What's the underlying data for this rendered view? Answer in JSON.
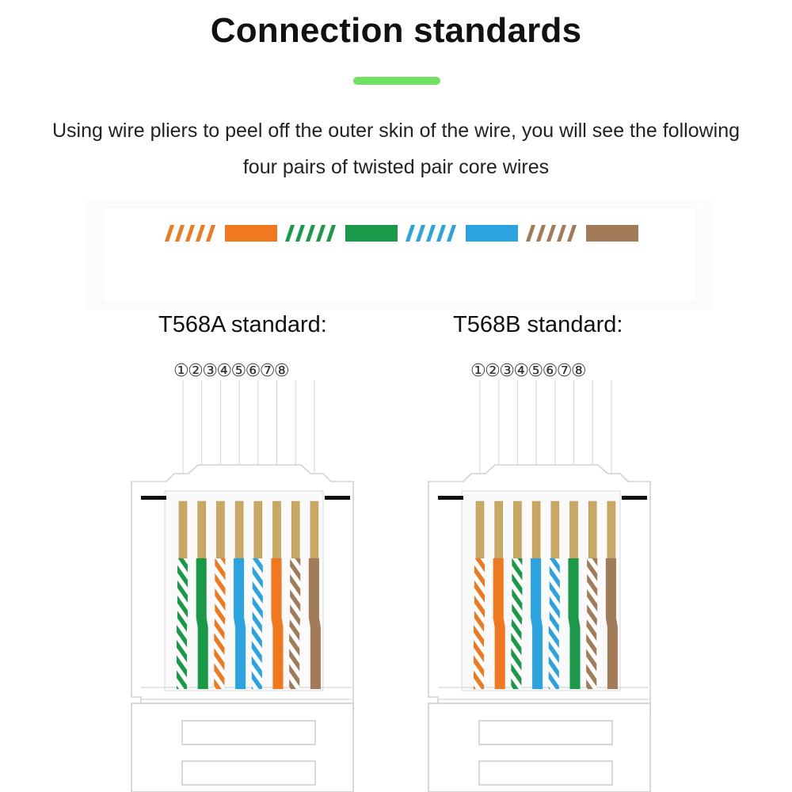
{
  "title": "Connection standards",
  "description_line1": "Using wire pliers to peel off the outer skin of the wire, you will see the following",
  "description_line2": "four pairs of twisted pair core wires",
  "colors": {
    "accent": "#6fe35f",
    "orange": "#f0781e",
    "green": "#1a9a48",
    "blue": "#2aa3e0",
    "brown": "#a27b58",
    "gold": "#c9a864"
  },
  "legend": [
    {
      "pair": "orange",
      "striped": "orange-white",
      "solid": "orange"
    },
    {
      "pair": "green",
      "striped": "green-white",
      "solid": "green"
    },
    {
      "pair": "blue",
      "striped": "blue-white",
      "solid": "blue"
    },
    {
      "pair": "brown",
      "striped": "brown-white",
      "solid": "brown"
    }
  ],
  "standards": [
    {
      "label": "T568A standard:",
      "pin_numbers": "①②③④⑤⑥⑦⑧",
      "wires": [
        "green-white",
        "green",
        "orange-white",
        "blue",
        "blue-white",
        "orange",
        "brown-white",
        "brown"
      ]
    },
    {
      "label": "T568B standard:",
      "pin_numbers": "①②③④⑤⑥⑦⑧",
      "wires": [
        "orange-white",
        "orange",
        "green-white",
        "blue",
        "blue-white",
        "green",
        "brown-white",
        "brown"
      ]
    }
  ]
}
